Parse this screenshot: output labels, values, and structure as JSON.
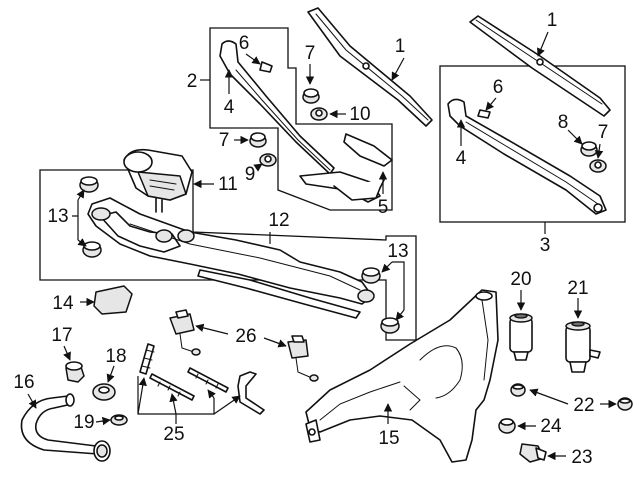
{
  "callouts": [
    "1",
    "2",
    "3",
    "4",
    "5",
    "6",
    "7",
    "8",
    "9",
    "10",
    "11",
    "12",
    "13",
    "14",
    "15",
    "16",
    "17",
    "18",
    "19",
    "20",
    "21",
    "22",
    "23",
    "24",
    "25",
    "26"
  ],
  "colors": {
    "line": "#111111",
    "fill": "#ffffff",
    "shade": "#e6e6e6",
    "dark": "#6f6f6f"
  }
}
